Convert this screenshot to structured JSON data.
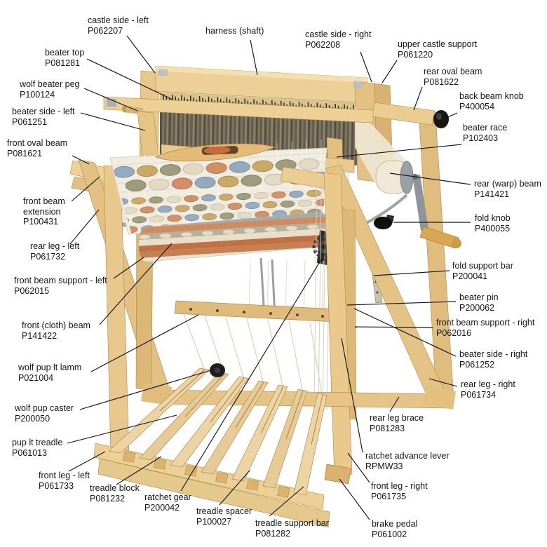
{
  "diagram": {
    "labels": [
      {
        "name": "castle side - left",
        "part": "P062207"
      },
      {
        "name": "harness (shaft)",
        "part": ""
      },
      {
        "name": "castle side - right",
        "part": "P062208"
      },
      {
        "name": "upper castle support",
        "part": "P061220"
      },
      {
        "name": "beater top",
        "part": "P081281"
      },
      {
        "name": "rear oval beam",
        "part": "P081622"
      },
      {
        "name": "wolf beater peg",
        "part": "P100124"
      },
      {
        "name": "back beam knob",
        "part": "P400054"
      },
      {
        "name": "beater side - left",
        "part": "P061251"
      },
      {
        "name": "beater race",
        "part": "P102403"
      },
      {
        "name": "front oval beam",
        "part": "P081621"
      },
      {
        "name": "rear (warp) beam",
        "part": "P141421"
      },
      {
        "name": "front beam extension",
        "part": "P100431"
      },
      {
        "name": "fold knob",
        "part": "P400055"
      },
      {
        "name": "rear leg - left",
        "part": "P061732"
      },
      {
        "name": "fold support bar",
        "part": "P200041"
      },
      {
        "name": "front beam support - left",
        "part": "P062015"
      },
      {
        "name": "beater pin",
        "part": "P200062"
      },
      {
        "name": "front (cloth) beam",
        "part": "P141422"
      },
      {
        "name": "front beam support - right",
        "part": "P062016"
      },
      {
        "name": "beater side - right",
        "part": "P061252"
      },
      {
        "name": "wolf pup lt lamm",
        "part": "P021004"
      },
      {
        "name": "rear leg - right",
        "part": "P061734"
      },
      {
        "name": "wolf pup caster",
        "part": "P200050"
      },
      {
        "name": "rear leg brace",
        "part": "P081283"
      },
      {
        "name": "pup lt treadle",
        "part": "P061013"
      },
      {
        "name": "ratchet advance lever",
        "part": "RPMW33"
      },
      {
        "name": "front leg - left",
        "part": "P061733"
      },
      {
        "name": "front leg - right",
        "part": "P061735"
      },
      {
        "name": "treadle block",
        "part": "P081232"
      },
      {
        "name": "ratchet gear",
        "part": "P200042"
      },
      {
        "name": "treadle spacer",
        "part": "P100027"
      },
      {
        "name": "treadle support bar",
        "part": "P081282"
      },
      {
        "name": "brake pedal",
        "part": "P061002"
      }
    ]
  }
}
